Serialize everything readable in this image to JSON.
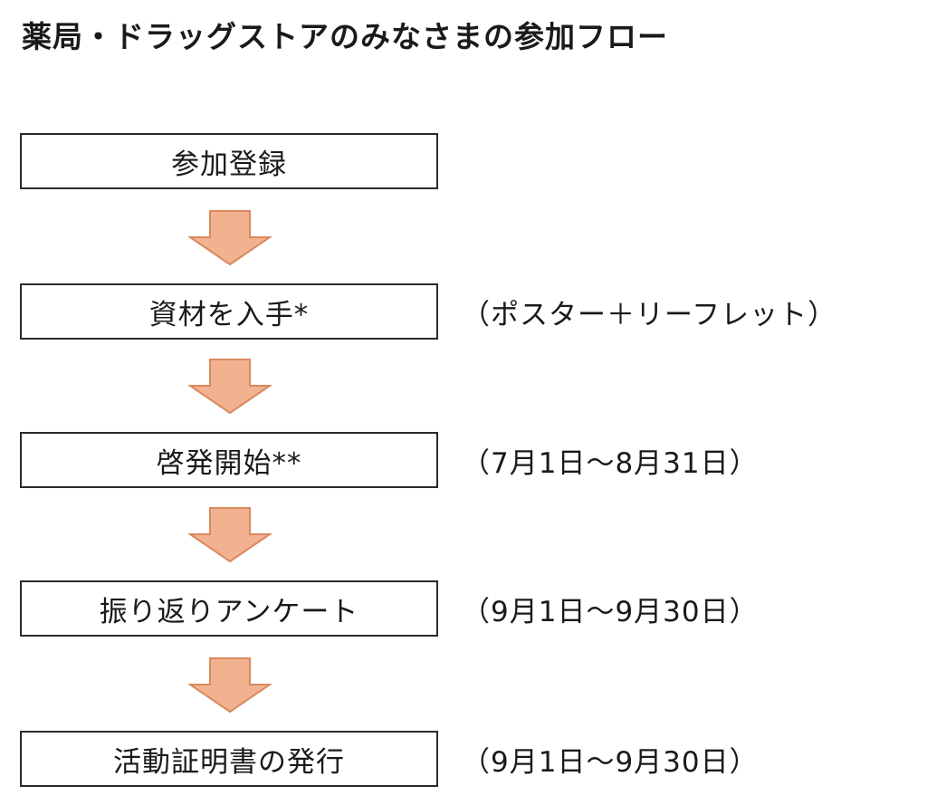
{
  "title": "薬局・ドラッグストアのみなさまの参加フロー",
  "colors": {
    "arrow_fill": "#F2B28F",
    "arrow_stroke": "#D9895F",
    "box_border": "#2A2A2A"
  },
  "steps": [
    {
      "label": "参加登録",
      "note": ""
    },
    {
      "label": "資材を入手*",
      "note": "（ポスター＋リーフレット）"
    },
    {
      "label": "啓発開始**",
      "note": "（7月1日～8月31日）"
    },
    {
      "label": "振り返りアンケート",
      "note": "（9月1日～9月30日）"
    },
    {
      "label": "活動証明書の発行",
      "note": "（9月1日～9月30日）"
    }
  ]
}
